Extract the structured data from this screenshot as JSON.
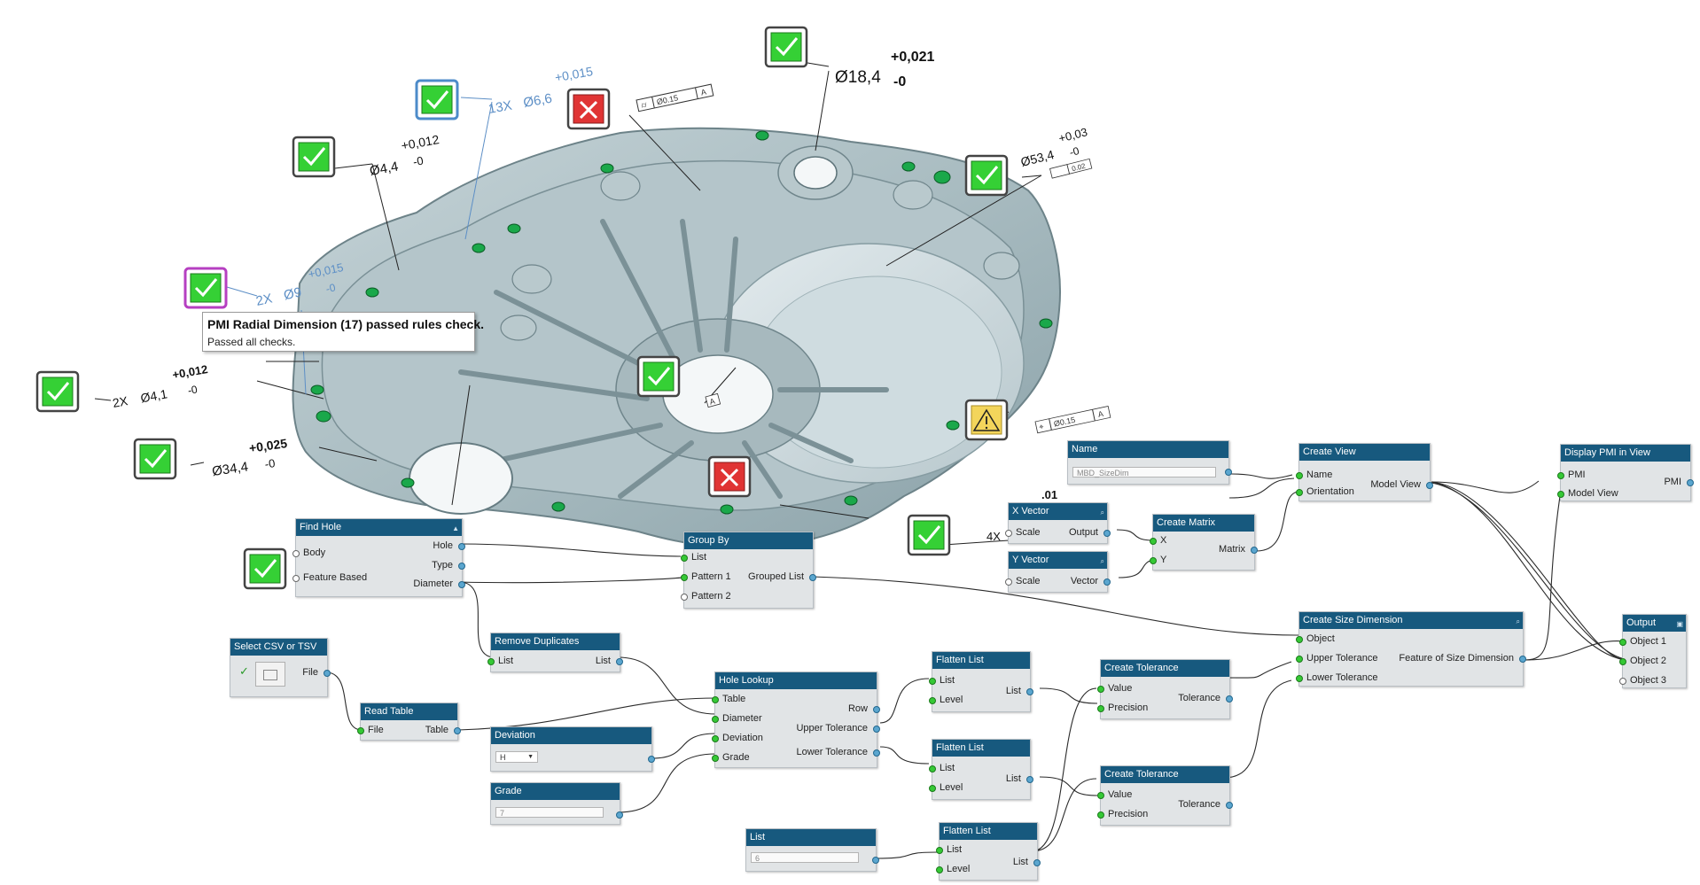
{
  "tooltip": {
    "title": "PMI Radial Dimension (17) passed rules check.",
    "message": "Passed all checks."
  },
  "dimensions": {
    "hole_13x": {
      "qty": "13X",
      "dia": "Ø6,6",
      "tol": "+0,015"
    },
    "gdt_top": {
      "symbol": "⌭",
      "value": "Ø0.15",
      "datum": "A"
    },
    "dia_18_4": {
      "dia": "Ø18,4",
      "upper": "+0,021",
      "lower": "-0"
    },
    "dia_4_4": {
      "dia": "Ø4,4",
      "upper": "+0,012",
      "lower": "-0"
    },
    "dia_53_4": {
      "dia": "Ø53,4",
      "upper": "+0,03",
      "lower": "-0",
      "gdt_value": "0.02"
    },
    "hole_2x_9": {
      "qty": "2X",
      "dia": "Ø9",
      "upper": "+0,015",
      "lower": "-0"
    },
    "hole_2x_4_1": {
      "qty": "2X",
      "dia": "Ø4,1",
      "upper": "+0,012",
      "lower": "-0"
    },
    "dia_34_4": {
      "dia": "Ø34,4",
      "upper": "+0,025",
      "lower": "-0"
    },
    "datum_center": {
      "label": "A"
    },
    "gdt_right": {
      "symbol": "⌖",
      "value": "Ø0.15",
      "datum": "A"
    },
    "bottom_4x": {
      "qty": "4X",
      "tol": ".01"
    }
  },
  "markers": [
    {
      "id": "m-13x",
      "status": "pass"
    },
    {
      "id": "m-gdt-top",
      "status": "fail"
    },
    {
      "id": "m-18-4",
      "status": "pass"
    },
    {
      "id": "m-4-4",
      "status": "pass"
    },
    {
      "id": "m-53-4",
      "status": "pass"
    },
    {
      "id": "m-2x-9",
      "status": "pass"
    },
    {
      "id": "m-2x-4-1",
      "status": "pass"
    },
    {
      "id": "m-34-4",
      "status": "pass"
    },
    {
      "id": "m-center",
      "status": "pass"
    },
    {
      "id": "m-gdt-right",
      "status": "warning"
    },
    {
      "id": "m-bottom-fail",
      "status": "fail"
    },
    {
      "id": "m-4x",
      "status": "pass"
    },
    {
      "id": "m-find-hole",
      "status": "pass"
    }
  ],
  "nodes": {
    "find_hole": {
      "title": "Find Hole",
      "body": "Body",
      "feature_based": "Feature Based",
      "hole": "Hole",
      "type": "Type",
      "diameter": "Diameter"
    },
    "group_by": {
      "title": "Group By",
      "list": "List",
      "pattern1": "Pattern 1",
      "pattern2": "Pattern 2",
      "grouped_list": "Grouped List"
    },
    "name": {
      "title": "Name",
      "value": "MBD_SizeDim"
    },
    "create_view": {
      "title": "Create View",
      "name": "Name",
      "orientation": "Orientation",
      "model_view": "Model View"
    },
    "display_pmi": {
      "title": "Display PMI in View",
      "pmi_in": "PMI",
      "model_view": "Model View",
      "pmi_out": "PMI"
    },
    "x_vector": {
      "title": "X Vector",
      "scale": "Scale",
      "output": "Output"
    },
    "y_vector": {
      "title": "Y Vector",
      "scale": "Scale",
      "vector": "Vector"
    },
    "create_matrix": {
      "title": "Create Matrix",
      "x": "X",
      "y": "Y",
      "matrix": "Matrix"
    },
    "remove_duplicates": {
      "title": "Remove Duplicates",
      "list_in": "List",
      "list_out": "List"
    },
    "select_csv": {
      "title": "Select CSV or TSV",
      "file": "File",
      "check": "✓"
    },
    "read_table": {
      "title": "Read Table",
      "file": "File",
      "table": "Table"
    },
    "deviation": {
      "title": "Deviation",
      "value": "H"
    },
    "grade": {
      "title": "Grade",
      "value": "7"
    },
    "hole_lookup": {
      "title": "Hole Lookup",
      "table": "Table",
      "diameter": "Diameter",
      "deviation": "Deviation",
      "grade": "Grade",
      "row": "Row",
      "upper": "Upper Tolerance",
      "lower": "Lower Tolerance"
    },
    "flatten1": {
      "title": "Flatten List",
      "list_in": "List",
      "level": "Level",
      "list_out": "List"
    },
    "flatten2": {
      "title": "Flatten List",
      "list_in": "List",
      "level": "Level",
      "list_out": "List"
    },
    "flatten3": {
      "title": "Flatten List",
      "list_in": "List",
      "level": "Level",
      "list_out": "List"
    },
    "list_node": {
      "title": "List",
      "value": "6"
    },
    "tol1": {
      "title": "Create Tolerance",
      "value": "Value",
      "precision": "Precision",
      "tolerance": "Tolerance"
    },
    "tol2": {
      "title": "Create Tolerance",
      "value": "Value",
      "precision": "Precision",
      "tolerance": "Tolerance"
    },
    "size_dim": {
      "title": "Create Size Dimension",
      "object": "Object",
      "upper": "Upper Tolerance",
      "lower": "Lower Tolerance",
      "fsd": "Feature of Size Dimension"
    },
    "output": {
      "title": "Output",
      "o1": "Object 1",
      "o2": "Object 2",
      "o3": "Object 3"
    }
  },
  "colors": {
    "node_header": "#17597e",
    "node_body": "#e1e4e6",
    "pass": "#3ad13a",
    "fail": "#e03434",
    "warning": "#f3d55b",
    "part": "#aebfc4",
    "pmi_blue": "#5d8fc6"
  }
}
